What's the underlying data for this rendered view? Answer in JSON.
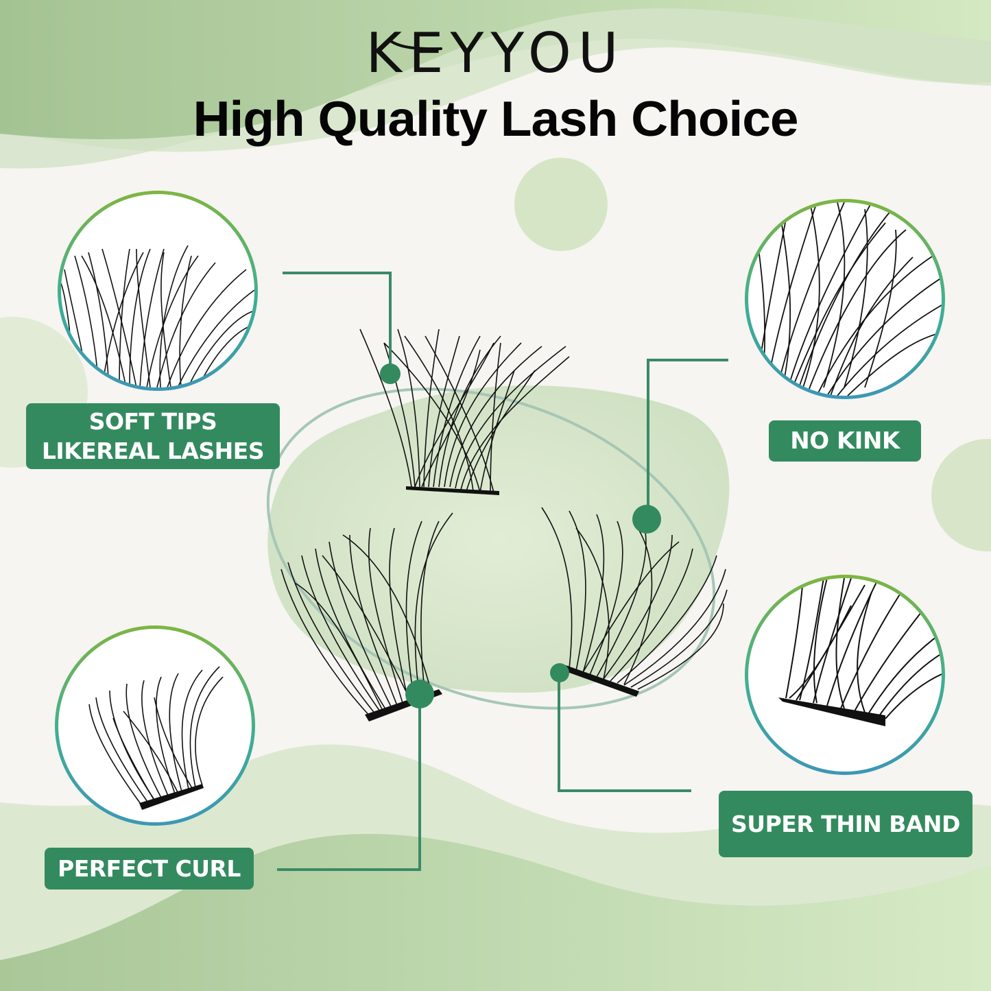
{
  "brand": {
    "logo_text": "KEYYOU"
  },
  "headline": "High Quality Lash Choice",
  "colors": {
    "label_green": "#348a5f",
    "connector_green": "#3a8a67",
    "bg_cream": "#f6f5f1",
    "wave_green_dark": "#a6c595",
    "wave_green_light": "#d3e6c2",
    "ring_gradient_top": "#7fb542",
    "ring_gradient_bottom": "#3c97b5"
  },
  "features": [
    {
      "id": "soft-tips",
      "lines": [
        "SOFT TIPS",
        "LIKEREAL LASHES"
      ]
    },
    {
      "id": "no-kink",
      "lines": [
        "NO KINK"
      ]
    },
    {
      "id": "perfect-curl",
      "lines": [
        "PERFECT CURL"
      ]
    },
    {
      "id": "super-thin-band",
      "lines": [
        "SUPER THIN BAND"
      ]
    }
  ]
}
